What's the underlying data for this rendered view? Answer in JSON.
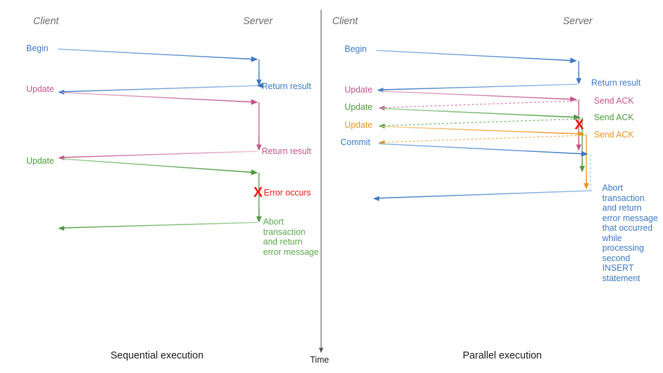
{
  "figure": {
    "type": "sequence-diagram",
    "background": "#ffffff",
    "time_axis": {
      "label": "Time",
      "direction": "downward"
    }
  },
  "colors": {
    "blue": "#3b78c3",
    "blue_light": "#6fa3dd",
    "pink": "#c2548a",
    "pink_light": "#d88fb4",
    "green": "#4a9a3c",
    "green_light": "#86c07a",
    "orange": "#e89420",
    "orange_light": "#f3bb6b",
    "red": "#ee1111",
    "header_gray": "#6b6b6b",
    "caption_black": "#1a1a1a",
    "time_axis_gray": "#555555"
  },
  "panels": {
    "left": {
      "caption": "Sequential execution",
      "header_client": "Client",
      "header_server": "Server",
      "messages": [
        {
          "label": "Begin",
          "color": "blue",
          "dir": "c2s"
        },
        {
          "label": "Return result",
          "color": "blue",
          "dir": "s2c"
        },
        {
          "label": "Update",
          "color": "pink",
          "dir": "c2s"
        },
        {
          "label": "Return result",
          "color": "pink",
          "dir": "s2c"
        },
        {
          "label": "Update",
          "color": "green",
          "dir": "c2s"
        }
      ],
      "error_marker": {
        "glyph": "X",
        "label": "Error occurs",
        "color": "red"
      },
      "abort_note": "Abort\ntransaction\nand return\nerror message",
      "abort_note_color": "green"
    },
    "right": {
      "caption": "Parallel execution",
      "header_client": "Client",
      "header_server": "Server",
      "messages": [
        {
          "label": "Begin",
          "color": "blue",
          "dir": "c2s"
        },
        {
          "label": "Return result",
          "color": "blue",
          "dir": "s2c"
        },
        {
          "label": "Update",
          "color": "pink",
          "dir": "c2s"
        },
        {
          "label": "Send ACK",
          "color": "pink",
          "dir": "s2c",
          "style": "dotted"
        },
        {
          "label": "Update",
          "color": "green",
          "dir": "c2s"
        },
        {
          "label": "Send ACK",
          "color": "green",
          "dir": "s2c",
          "style": "dotted"
        },
        {
          "label": "Update",
          "color": "orange",
          "dir": "c2s"
        },
        {
          "label": "Send ACK",
          "color": "orange",
          "dir": "s2c",
          "style": "dotted"
        },
        {
          "label": "Commit",
          "color": "blue",
          "dir": "c2s"
        }
      ],
      "error_marker": {
        "glyph": "X",
        "color": "red"
      },
      "abort_note": "Abort\ntransaction\nand return\nerror message\nthat occurred\nwhile\nprocessing\nsecond\nINSERT\nstatement",
      "abort_note_color": "blue"
    }
  },
  "labels": {
    "left_begin": "Begin",
    "left_return_1": "Return result",
    "left_update_1": "Update",
    "left_return_2": "Return result",
    "left_update_2": "Update",
    "left_error": "Error occurs",
    "left_xmark": "X",
    "left_abort": "Abort\ntransaction\nand return\nerror message",
    "left_caption": "Sequential execution",
    "left_client": "Client",
    "left_server": "Server",
    "right_begin": "Begin",
    "right_return": "Return result",
    "right_update_1": "Update",
    "right_update_2": "Update",
    "right_update_3": "Update",
    "right_commit": "Commit",
    "right_ack_1": "Send ACK",
    "right_ack_2": "Send ACK",
    "right_ack_3": "Send ACK",
    "right_xmark": "X",
    "right_abort": "Abort\ntransaction\nand return\nerror message\nthat occurred\nwhile\nprocessing\nsecond\nINSERT\nstatement",
    "right_caption": "Parallel execution",
    "right_client": "Client",
    "right_server": "Server",
    "time": "Time"
  }
}
